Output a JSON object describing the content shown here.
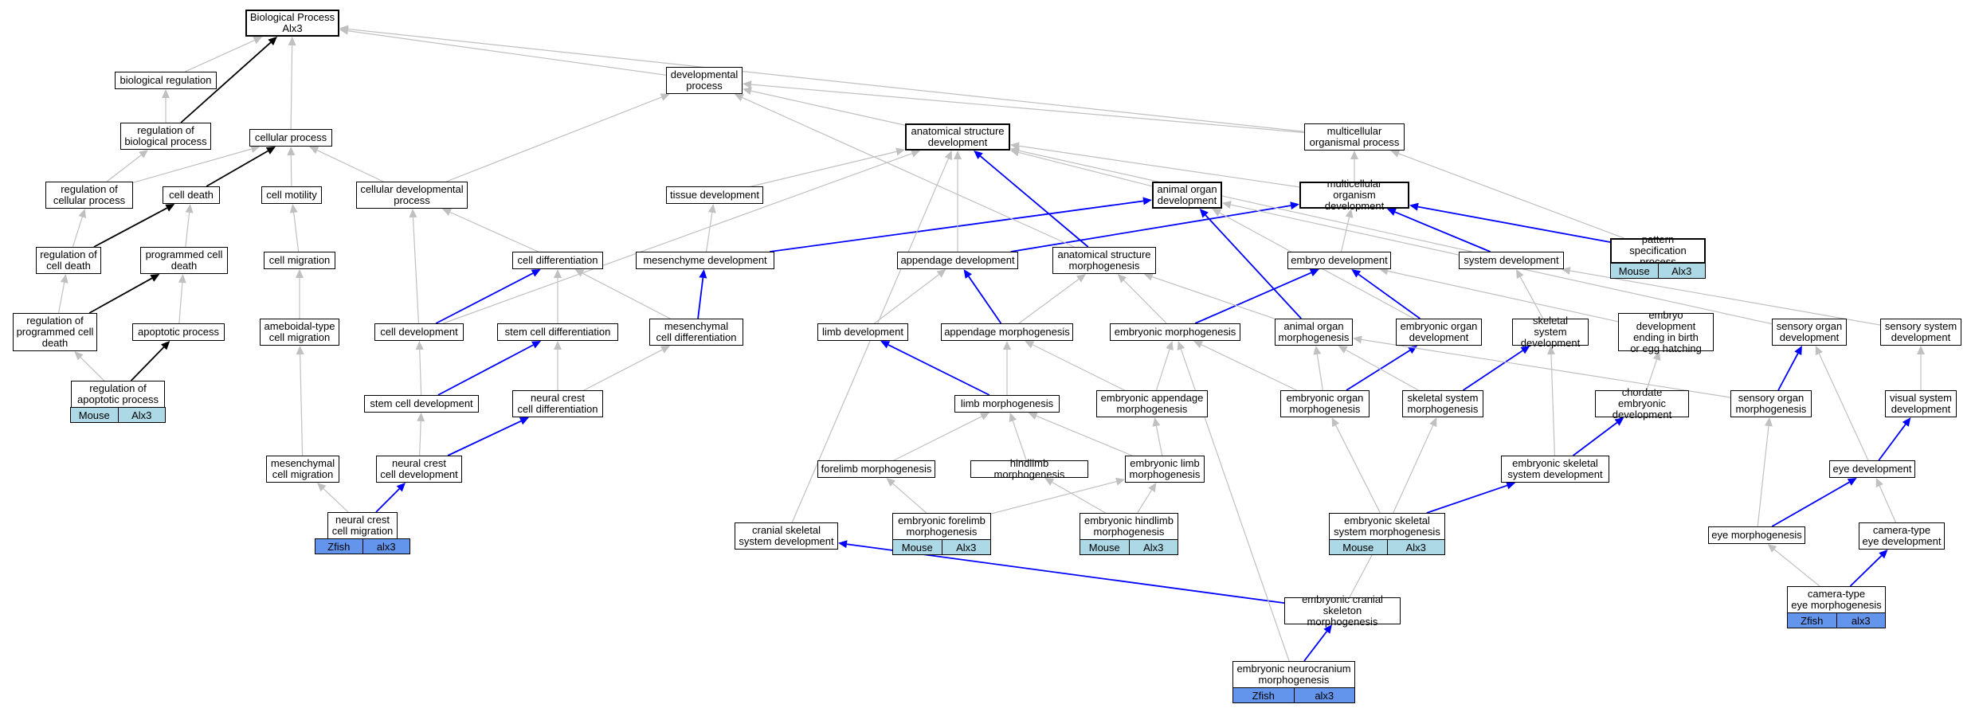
{
  "nodes": [
    {
      "id": "bp",
      "label": "Biological Process\nAlx3"
    },
    {
      "id": "breg",
      "label": "biological regulation"
    },
    {
      "id": "rbp",
      "label": "regulation of\nbiological process"
    },
    {
      "id": "cellproc",
      "label": "cellular process"
    },
    {
      "id": "devproc",
      "label": "developmental\nprocess"
    },
    {
      "id": "rcp",
      "label": "regulation of\ncellular process"
    },
    {
      "id": "celldeath",
      "label": "cell death"
    },
    {
      "id": "cellmot",
      "label": "cell motility"
    },
    {
      "id": "celldevproc",
      "label": "cellular developmental\nprocess"
    },
    {
      "id": "rcd",
      "label": "regulation of\ncell death"
    },
    {
      "id": "pcd",
      "label": "programmed cell\ndeath"
    },
    {
      "id": "cellmig",
      "label": "cell migration"
    },
    {
      "id": "celldiff",
      "label": "cell differentiation"
    },
    {
      "id": "rpcd",
      "label": "regulation of\nprogrammed cell\ndeath"
    },
    {
      "id": "apop",
      "label": "apoptotic process"
    },
    {
      "id": "amoeb",
      "label": "ameboidal-type\ncell migration"
    },
    {
      "id": "celldev",
      "label": "cell development"
    },
    {
      "id": "stemdiff",
      "label": "stem cell differentiation"
    },
    {
      "id": "mesdiff",
      "label": "mesenchymal\ncell differentiation"
    },
    {
      "id": "rap",
      "label": "regulation of\napoptotic process"
    },
    {
      "id": "stemdev",
      "label": "stem cell development"
    },
    {
      "id": "ncdiff",
      "label": "neural crest\ncell differentiation"
    },
    {
      "id": "mesmig",
      "label": "mesenchymal\ncell migration"
    },
    {
      "id": "ncdev",
      "label": "neural crest\ncell development"
    },
    {
      "id": "ncmig",
      "label": "neural crest\ncell migration"
    },
    {
      "id": "asd",
      "label": "anatomical structure\ndevelopment"
    },
    {
      "id": "mop",
      "label": "multicellular\norganismal process"
    },
    {
      "id": "tissue",
      "label": "tissue development"
    },
    {
      "id": "aod",
      "label": "animal organ\ndevelopment"
    },
    {
      "id": "mod",
      "label": "multicellular\norganism development"
    },
    {
      "id": "psp",
      "label": "pattern specification\nprocess"
    },
    {
      "id": "mesdev",
      "label": "mesenchyme development"
    },
    {
      "id": "appdev",
      "label": "appendage development"
    },
    {
      "id": "asm",
      "label": "anatomical structure\nmorphogenesis"
    },
    {
      "id": "embdev",
      "label": "embryo development"
    },
    {
      "id": "sysdev",
      "label": "system development"
    },
    {
      "id": "limbdev",
      "label": "limb development"
    },
    {
      "id": "appmorph",
      "label": "appendage morphogenesis"
    },
    {
      "id": "embmorph",
      "label": "embryonic morphogenesis"
    },
    {
      "id": "aom",
      "label": "animal organ\nmorphogenesis"
    },
    {
      "id": "eod",
      "label": "embryonic organ\ndevelopment"
    },
    {
      "id": "ssd",
      "label": "skeletal system\ndevelopment"
    },
    {
      "id": "edbirth",
      "label": "embryo development\nending in birth\nor egg hatching"
    },
    {
      "id": "sensdev",
      "label": "sensory organ\ndevelopment"
    },
    {
      "id": "sensys",
      "label": "sensory system\ndevelopment"
    },
    {
      "id": "limbmorph",
      "label": "limb morphogenesis"
    },
    {
      "id": "eam",
      "label": "embryonic appendage\nmorphogenesis"
    },
    {
      "id": "eom",
      "label": "embryonic organ\nmorphogenesis"
    },
    {
      "id": "ssm",
      "label": "skeletal system\nmorphogenesis"
    },
    {
      "id": "chordate",
      "label": "chordate embryonic\ndevelopment"
    },
    {
      "id": "sensmorph",
      "label": "sensory organ\nmorphogenesis"
    },
    {
      "id": "vissys",
      "label": "visual system\ndevelopment"
    },
    {
      "id": "forelimb",
      "label": "forelimb morphogenesis"
    },
    {
      "id": "hindlimb",
      "label": "hindlimb morphogenesis"
    },
    {
      "id": "elm",
      "label": "embryonic limb\nmorphogenesis"
    },
    {
      "id": "essd",
      "label": "embryonic skeletal\nsystem development"
    },
    {
      "id": "eyedev",
      "label": "eye development"
    },
    {
      "id": "efm",
      "label": "embryonic forelimb\nmorphogenesis"
    },
    {
      "id": "ehm",
      "label": "embryonic hindlimb\nmorphogenesis"
    },
    {
      "id": "cranial",
      "label": "cranial skeletal\nsystem development"
    },
    {
      "id": "essm",
      "label": "embryonic skeletal\nsystem morphogenesis"
    },
    {
      "id": "eyemorph",
      "label": "eye morphogenesis"
    },
    {
      "id": "camdev",
      "label": "camera-type\neye development"
    },
    {
      "id": "ecsm",
      "label": "embryonic cranial\nskeleton morphogenesis"
    },
    {
      "id": "cameye",
      "label": "camera-type\neye morphogenesis"
    },
    {
      "id": "enm",
      "label": "embryonic neurocranium\nmorphogenesis"
    }
  ],
  "annotations": [
    {
      "node": "rap",
      "species": "Mouse",
      "gene": "Alx3",
      "color": "#add8e6"
    },
    {
      "node": "ncmig",
      "species": "Zfish",
      "gene": "alx3",
      "color": "#6495ed"
    },
    {
      "node": "psp",
      "species": "Mouse",
      "gene": "Alx3",
      "color": "#add8e6"
    },
    {
      "node": "efm",
      "species": "Mouse",
      "gene": "Alx3",
      "color": "#add8e6"
    },
    {
      "node": "ehm",
      "species": "Mouse",
      "gene": "Alx3",
      "color": "#add8e6"
    },
    {
      "node": "essm",
      "species": "Mouse",
      "gene": "Alx3",
      "color": "#add8e6"
    },
    {
      "node": "cameye",
      "species": "Zfish",
      "gene": "alx3",
      "color": "#6495ed"
    },
    {
      "node": "enm",
      "species": "Zfish",
      "gene": "alx3",
      "color": "#6495ed"
    }
  ],
  "edges": [
    {
      "from": "breg",
      "to": "bp",
      "style": "gray"
    },
    {
      "from": "rbp",
      "to": "breg",
      "style": "gray"
    },
    {
      "from": "rbp",
      "to": "bp",
      "style": "black"
    },
    {
      "from": "cellproc",
      "to": "bp",
      "style": "gray"
    },
    {
      "from": "devproc",
      "to": "bp",
      "style": "gray"
    },
    {
      "from": "mop",
      "to": "bp",
      "style": "gray"
    },
    {
      "from": "rcp",
      "to": "rbp",
      "style": "gray"
    },
    {
      "from": "rcp",
      "to": "cellproc",
      "style": "gray"
    },
    {
      "from": "celldeath",
      "to": "cellproc",
      "style": "black"
    },
    {
      "from": "cellmot",
      "to": "cellproc",
      "style": "gray"
    },
    {
      "from": "celldevproc",
      "to": "cellproc",
      "style": "gray"
    },
    {
      "from": "celldevproc",
      "to": "devproc",
      "style": "gray"
    },
    {
      "from": "rcd",
      "to": "rcp",
      "style": "gray"
    },
    {
      "from": "rcd",
      "to": "celldeath",
      "style": "black"
    },
    {
      "from": "pcd",
      "to": "celldeath",
      "style": "gray"
    },
    {
      "from": "cellmig",
      "to": "cellmot",
      "style": "gray"
    },
    {
      "from": "celldiff",
      "to": "celldevproc",
      "style": "gray"
    },
    {
      "from": "rpcd",
      "to": "rcd",
      "style": "gray"
    },
    {
      "from": "rpcd",
      "to": "pcd",
      "style": "black"
    },
    {
      "from": "apop",
      "to": "pcd",
      "style": "gray"
    },
    {
      "from": "amoeb",
      "to": "cellmig",
      "style": "gray"
    },
    {
      "from": "celldev",
      "to": "celldevproc",
      "style": "gray"
    },
    {
      "from": "celldev",
      "to": "celldiff",
      "style": "blue"
    },
    {
      "from": "celldev",
      "to": "asd",
      "style": "gray"
    },
    {
      "from": "stemdiff",
      "to": "celldiff",
      "style": "gray"
    },
    {
      "from": "mesdiff",
      "to": "celldiff",
      "style": "gray"
    },
    {
      "from": "mesdiff",
      "to": "mesdev",
      "style": "blue"
    },
    {
      "from": "rap",
      "to": "rpcd",
      "style": "gray"
    },
    {
      "from": "rap",
      "to": "apop",
      "style": "black"
    },
    {
      "from": "stemdev",
      "to": "celldev",
      "style": "gray"
    },
    {
      "from": "stemdev",
      "to": "stemdiff",
      "style": "blue"
    },
    {
      "from": "ncdiff",
      "to": "stemdiff",
      "style": "gray"
    },
    {
      "from": "ncdiff",
      "to": "mesdiff",
      "style": "gray"
    },
    {
      "from": "mesmig",
      "to": "amoeb",
      "style": "gray"
    },
    {
      "from": "ncdev",
      "to": "stemdev",
      "style": "gray"
    },
    {
      "from": "ncdev",
      "to": "ncdiff",
      "style": "blue"
    },
    {
      "from": "ncmig",
      "to": "mesmig",
      "style": "gray"
    },
    {
      "from": "ncmig",
      "to": "ncdev",
      "style": "blue"
    },
    {
      "from": "asd",
      "to": "devproc",
      "style": "gray"
    },
    {
      "from": "mop",
      "to": "devproc",
      "style": "gray"
    },
    {
      "from": "tissue",
      "to": "asd",
      "style": "gray"
    },
    {
      "from": "aod",
      "to": "asd",
      "style": "gray"
    },
    {
      "from": "mod",
      "to": "asd",
      "style": "gray"
    },
    {
      "from": "mod",
      "to": "mop",
      "style": "gray"
    },
    {
      "from": "psp",
      "to": "mop",
      "style": "gray"
    },
    {
      "from": "psp",
      "to": "mod",
      "style": "blue"
    },
    {
      "from": "mesdev",
      "to": "tissue",
      "style": "gray"
    },
    {
      "from": "mesdev",
      "to": "aod",
      "style": "blue"
    },
    {
      "from": "appdev",
      "to": "asd",
      "style": "gray"
    },
    {
      "from": "appdev",
      "to": "mod",
      "style": "blue"
    },
    {
      "from": "asm",
      "to": "asd",
      "style": "blue"
    },
    {
      "from": "asm",
      "to": "devproc",
      "style": "gray"
    },
    {
      "from": "embdev",
      "to": "mod",
      "style": "gray"
    },
    {
      "from": "sysdev",
      "to": "mod",
      "style": "blue"
    },
    {
      "from": "sysdev",
      "to": "asd",
      "style": "gray"
    },
    {
      "from": "limbdev",
      "to": "appdev",
      "style": "gray"
    },
    {
      "from": "appmorph",
      "to": "appdev",
      "style": "blue"
    },
    {
      "from": "appmorph",
      "to": "asm",
      "style": "gray"
    },
    {
      "from": "embmorph",
      "to": "asm",
      "style": "gray"
    },
    {
      "from": "embmorph",
      "to": "embdev",
      "style": "blue"
    },
    {
      "from": "aom",
      "to": "asm",
      "style": "gray"
    },
    {
      "from": "aom",
      "to": "aod",
      "style": "blue"
    },
    {
      "from": "eod",
      "to": "embdev",
      "style": "blue"
    },
    {
      "from": "eod",
      "to": "aod",
      "style": "gray"
    },
    {
      "from": "ssd",
      "to": "sysdev",
      "style": "gray"
    },
    {
      "from": "edbirth",
      "to": "embdev",
      "style": "gray"
    },
    {
      "from": "sensdev",
      "to": "aod",
      "style": "gray"
    },
    {
      "from": "sensys",
      "to": "sysdev",
      "style": "gray"
    },
    {
      "from": "limbmorph",
      "to": "limbdev",
      "style": "blue"
    },
    {
      "from": "limbmorph",
      "to": "appmorph",
      "style": "gray"
    },
    {
      "from": "eam",
      "to": "appmorph",
      "style": "gray"
    },
    {
      "from": "eam",
      "to": "embmorph",
      "style": "gray"
    },
    {
      "from": "eom",
      "to": "eod",
      "style": "blue"
    },
    {
      "from": "eom",
      "to": "aom",
      "style": "gray"
    },
    {
      "from": "eom",
      "to": "embmorph",
      "style": "gray"
    },
    {
      "from": "ssm",
      "to": "ssd",
      "style": "blue"
    },
    {
      "from": "ssm",
      "to": "aom",
      "style": "gray"
    },
    {
      "from": "chordate",
      "to": "edbirth",
      "style": "gray"
    },
    {
      "from": "sensmorph",
      "to": "sensdev",
      "style": "blue"
    },
    {
      "from": "sensmorph",
      "to": "aom",
      "style": "gray"
    },
    {
      "from": "vissys",
      "to": "sensys",
      "style": "gray"
    },
    {
      "from": "forelimb",
      "to": "limbmorph",
      "style": "gray"
    },
    {
      "from": "hindlimb",
      "to": "limbmorph",
      "style": "gray"
    },
    {
      "from": "elm",
      "to": "limbmorph",
      "style": "gray"
    },
    {
      "from": "elm",
      "to": "eam",
      "style": "gray"
    },
    {
      "from": "essd",
      "to": "ssd",
      "style": "gray"
    },
    {
      "from": "essd",
      "to": "chordate",
      "style": "blue"
    },
    {
      "from": "eyedev",
      "to": "sensdev",
      "style": "gray"
    },
    {
      "from": "eyedev",
      "to": "vissys",
      "style": "blue"
    },
    {
      "from": "efm",
      "to": "forelimb",
      "style": "gray"
    },
    {
      "from": "efm",
      "to": "elm",
      "style": "gray"
    },
    {
      "from": "ehm",
      "to": "hindlimb",
      "style": "gray"
    },
    {
      "from": "ehm",
      "to": "elm",
      "style": "gray"
    },
    {
      "from": "cranial",
      "to": "asd",
      "style": "gray"
    },
    {
      "from": "essm",
      "to": "eom",
      "style": "gray"
    },
    {
      "from": "essm",
      "to": "ssm",
      "style": "gray"
    },
    {
      "from": "essm",
      "to": "essd",
      "style": "blue"
    },
    {
      "from": "eyemorph",
      "to": "sensmorph",
      "style": "gray"
    },
    {
      "from": "eyemorph",
      "to": "eyedev",
      "style": "blue"
    },
    {
      "from": "camdev",
      "to": "eyedev",
      "style": "gray"
    },
    {
      "from": "ecsm",
      "to": "essm",
      "style": "gray"
    },
    {
      "from": "ecsm",
      "to": "cranial",
      "style": "blue"
    },
    {
      "from": "cameye",
      "to": "eyemorph",
      "style": "gray"
    },
    {
      "from": "cameye",
      "to": "camdev",
      "style": "blue"
    },
    {
      "from": "enm",
      "to": "ecsm",
      "style": "blue"
    },
    {
      "from": "enm",
      "to": "embmorph",
      "style": "gray"
    }
  ],
  "colors": {
    "gray": "#c0c0c0",
    "black": "#000000",
    "blue": "#0000ff",
    "mouse": "#add8e6",
    "zfish": "#6495ed"
  }
}
